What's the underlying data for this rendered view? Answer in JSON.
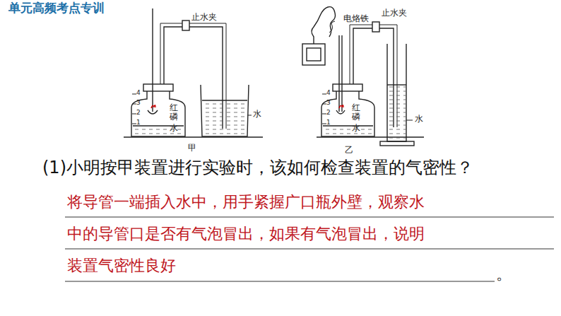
{
  "diagram": {
    "title": "单元高频考点专训",
    "labels": [
      "止水夹",
      "4",
      "3",
      "2",
      "1",
      "红磷",
      "水",
      "水",
      "甲",
      "电烙铁",
      "止水夹",
      "4",
      "3",
      "2",
      "1",
      "红磷",
      "水",
      "水",
      "乙",
      "(1)小明按甲装置进行实验时，该如何检查装置的气密性？",
      "将导管一端插入水中，用手紧握广口瓶外壁，观察水",
      "中的导管口是否有气泡冒出，如果有气泡冒出，说明",
      "装置气密性良好",
      "。"
    ]
  }
}
